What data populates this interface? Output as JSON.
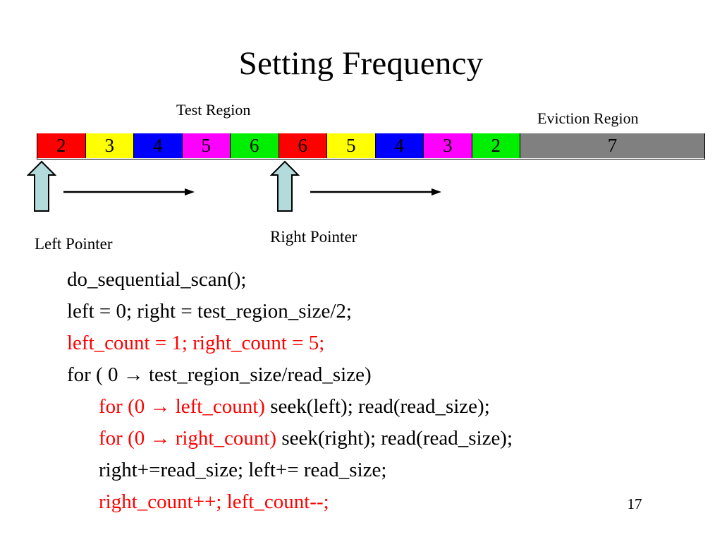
{
  "slide": {
    "title": "Setting Frequency",
    "page_number": "17",
    "background_color": "#ffffff"
  },
  "labels": {
    "test_region": "Test Region",
    "eviction_region": "Eviction Region",
    "left_pointer": "Left Pointer",
    "right_pointer": "Right Pointer"
  },
  "memory_bar": {
    "arrow_fill_color": "#b3dbdc",
    "arrow_stroke_color": "#000000",
    "test_cells": [
      {
        "value": "2",
        "color": "#ff0000"
      },
      {
        "value": "3",
        "color": "#ffff00"
      },
      {
        "value": "4",
        "color": "#0000ff"
      },
      {
        "value": "5",
        "color": "#ff00ff"
      },
      {
        "value": "6",
        "color": "#00ee00"
      },
      {
        "value": "6",
        "color": "#ff0000"
      },
      {
        "value": "5",
        "color": "#ffff00"
      },
      {
        "value": "4",
        "color": "#0000ff"
      },
      {
        "value": "3",
        "color": "#ff00ff"
      },
      {
        "value": "2",
        "color": "#00ee00"
      }
    ],
    "eviction_cell": {
      "value": "7",
      "color": "#808080"
    }
  },
  "code": {
    "red_color": "#ff0000",
    "black_color": "#000000",
    "lines": [
      {
        "indent": false,
        "segments": [
          {
            "text": "do_sequential_scan();",
            "color": "black"
          }
        ]
      },
      {
        "indent": false,
        "segments": [
          {
            "text": "left = 0;  right = test_region_size/2;",
            "color": "black"
          }
        ]
      },
      {
        "indent": false,
        "segments": [
          {
            "text": "left_count = 1; right_count = 5;",
            "color": "red"
          }
        ]
      },
      {
        "indent": false,
        "segments": [
          {
            "text": "for ( 0 → test_region_size/read_size)",
            "color": "black"
          }
        ]
      },
      {
        "indent": true,
        "segments": [
          {
            "text": "for (0 → left_count)",
            "color": "red"
          },
          {
            "text": " seek(left); read(read_size);",
            "color": "black"
          }
        ]
      },
      {
        "indent": true,
        "segments": [
          {
            "text": "for (0 → right_count)",
            "color": "red"
          },
          {
            "text": " seek(right); read(read_size);",
            "color": "black"
          }
        ]
      },
      {
        "indent": true,
        "segments": [
          {
            "text": "right+=read_size; left+= read_size;",
            "color": "black"
          }
        ]
      },
      {
        "indent": true,
        "segments": [
          {
            "text": "right_count++; left_count--;",
            "color": "red"
          }
        ]
      }
    ]
  },
  "icons": {
    "left_up_arrow": "up-arrow-icon",
    "right_up_arrow": "up-arrow-icon",
    "left_direction_arrow": "arrow-right-icon",
    "right_direction_arrow": "arrow-right-icon"
  }
}
